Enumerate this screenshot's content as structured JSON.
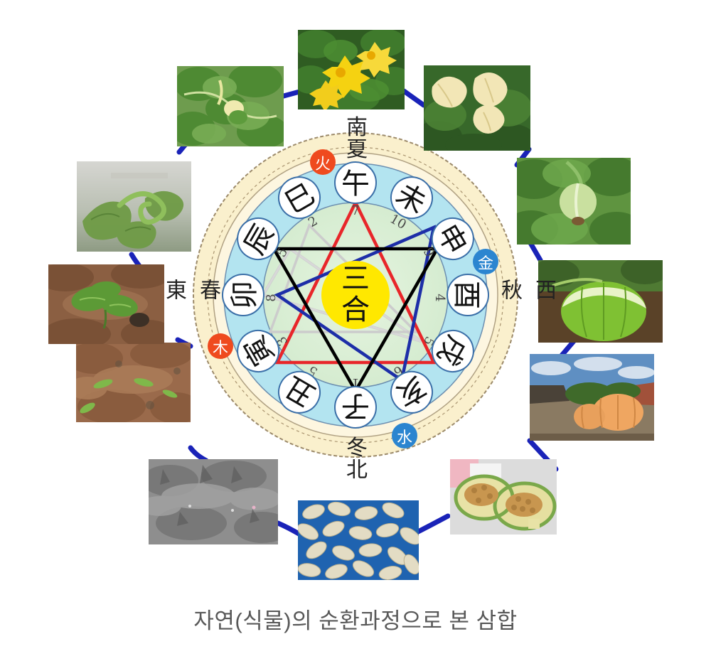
{
  "caption": "자연(식물)의 순환과정으로 본 삼합",
  "wheel": {
    "center_label": "三合",
    "center_color": "#ffe800",
    "ring_outer_color": "#faf0cd",
    "ring_branch_color": "#b3e4f0",
    "ring_inner_color": "#dcefd8",
    "directions": [
      {
        "name": "south",
        "direction": "南",
        "season": "夏"
      },
      {
        "name": "west",
        "direction": "西",
        "season": "秋"
      },
      {
        "name": "north",
        "direction": "北",
        "season": "冬"
      },
      {
        "name": "east",
        "direction": "東",
        "season": "春"
      }
    ],
    "elements": [
      {
        "name": "fire",
        "label": "火",
        "color": "#ef4a1e"
      },
      {
        "name": "metal",
        "label": "金",
        "color": "#2b85d0"
      },
      {
        "name": "water",
        "label": "水",
        "color": "#2b85d0"
      },
      {
        "name": "wood",
        "label": "木",
        "color": "#ef4a1e"
      }
    ],
    "branches": [
      {
        "label": "子",
        "number": "1"
      },
      {
        "label": "丑",
        "number": "5"
      },
      {
        "label": "寅",
        "number": "3"
      },
      {
        "label": "卯",
        "number": "8"
      },
      {
        "label": "辰",
        "number": "5"
      },
      {
        "label": "巳",
        "number": "2"
      },
      {
        "label": "午",
        "number": "7"
      },
      {
        "label": "未",
        "number": "10"
      },
      {
        "label": "申",
        "number": "9"
      },
      {
        "label": "酉",
        "number": "4"
      },
      {
        "label": "戌",
        "number": "5"
      },
      {
        "label": "亥",
        "number": "6"
      }
    ],
    "triangles": [
      {
        "name": "fire-triangle",
        "color": "#e8262a",
        "branches": [
          "寅",
          "午",
          "戌"
        ]
      },
      {
        "name": "water-triangle",
        "color": "#1d2ea8",
        "branches": [
          "申",
          "子",
          "辰"
        ]
      },
      {
        "name": "wood-triangle",
        "color": "#000000",
        "branches": [
          "亥",
          "卯",
          "未"
        ]
      },
      {
        "name": "metal-triangle",
        "color": "#c9c9c9",
        "branches": [
          "巳",
          "酉",
          "丑"
        ]
      }
    ]
  },
  "connector_color": "#1a23b8",
  "photos": [
    {
      "name": "photo-young-leaves",
      "alt": "어린 호박잎과 덩굴"
    },
    {
      "name": "photo-yellow-flowers",
      "alt": "노란 호박꽃"
    },
    {
      "name": "photo-pale-flowers",
      "alt": "연노랑 호박꽃"
    },
    {
      "name": "photo-tendril",
      "alt": "호박 덩굴손"
    },
    {
      "name": "photo-small-fruit",
      "alt": "어린 호박 열매"
    },
    {
      "name": "photo-seedling",
      "alt": "호박 떡잎 새싹"
    },
    {
      "name": "photo-green-pumpkin",
      "alt": "푸른 호박"
    },
    {
      "name": "photo-sprouts-soil",
      "alt": "흙에서 돋는 싹"
    },
    {
      "name": "photo-ripe-pumpkins",
      "alt": "익은 늙은 호박"
    },
    {
      "name": "photo-bare-soil",
      "alt": "겨울 흙"
    },
    {
      "name": "photo-cut-pumpkin",
      "alt": "반으로 자른 호박"
    },
    {
      "name": "photo-pumpkin-seeds",
      "alt": "호박씨"
    }
  ]
}
